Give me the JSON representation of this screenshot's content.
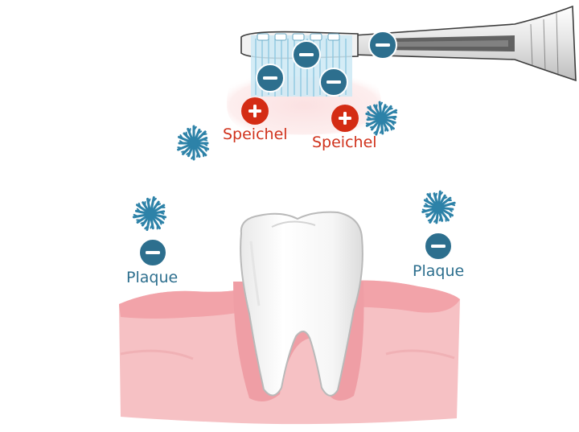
{
  "labels": {
    "saliva_left": "Speichel",
    "saliva_right": "Speichel",
    "plaque_left": "Plaque",
    "plaque_right": "Plaque"
  },
  "colors": {
    "negative_charge": "#2d6f8e",
    "positive_charge": "#d42c14",
    "gum": "#f4b7bb",
    "gum_dark": "#ee9aa0",
    "saliva_glow": "#fbe3e4",
    "bristle": "#a9d8ec",
    "plaque_germ": "#2d82a8"
  },
  "icons": {
    "negative": "minus-charge-icon",
    "positive": "plus-charge-icon",
    "germ": "plaque-germ-icon"
  }
}
